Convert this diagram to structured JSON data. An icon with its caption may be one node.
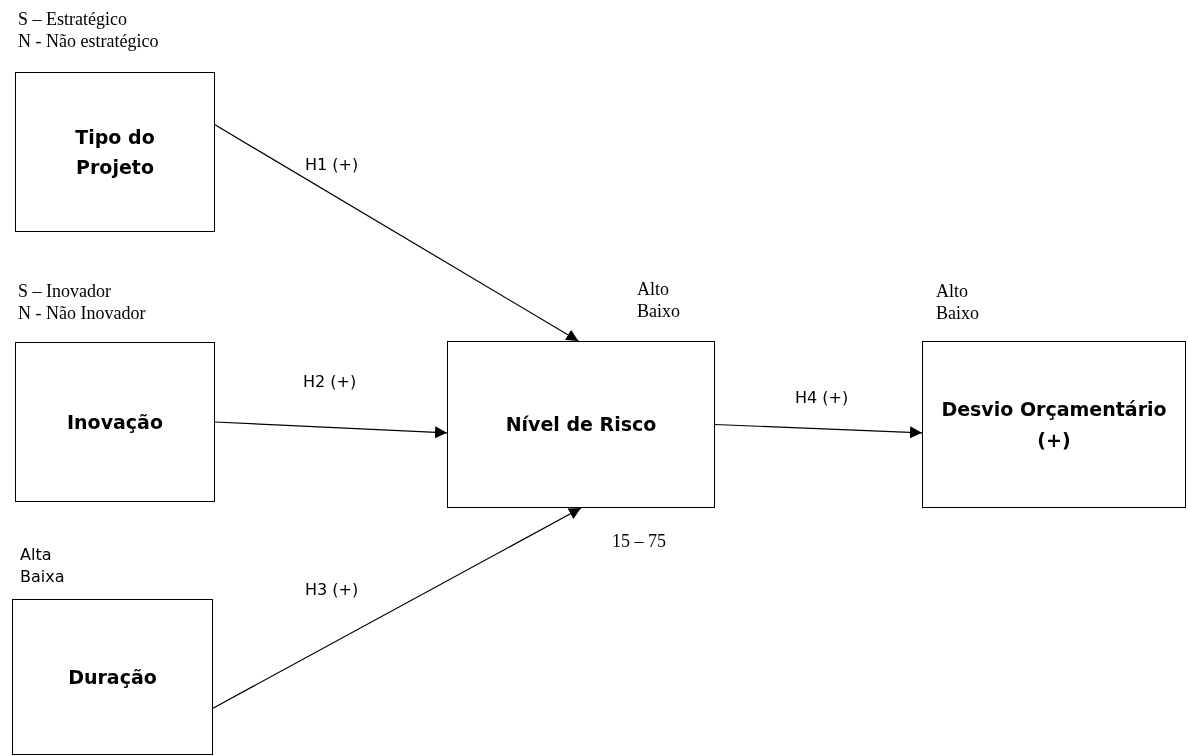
{
  "diagram": {
    "nodes": [
      {
        "text": [
          "Tipo do Projeto"
        ],
        "beside": [
          "S – Estratégico",
          "N - Não estratégico"
        ]
      },
      {
        "text": [
          "Inovação"
        ],
        "beside": [
          "S – Inovador",
          "N - Não Inovador"
        ]
      },
      {
        "text": [
          "Duração"
        ],
        "beside": [
          "Alta",
          "Baixa"
        ]
      },
      {
        "text": [
          "Nível de Risco"
        ],
        "beside": [
          "Alto",
          "Baixo",
          "15 – 75"
        ]
      },
      {
        "text": [
          "Desvio Orçamentário (+)"
        ],
        "beside": [
          "Alto",
          "Baixo"
        ]
      }
    ],
    "edges": [
      {
        "from": 0,
        "to": 3,
        "arrow": "to",
        "label": "H1 (+)"
      },
      {
        "from": 1,
        "to": 3,
        "arrow": "to",
        "label": "H2 (+)"
      },
      {
        "from": 2,
        "to": 3,
        "arrow": "to",
        "label": "H3 (+)"
      },
      {
        "from": 3,
        "to": 4,
        "arrow": "to",
        "label": "H4 (+)"
      }
    ]
  }
}
